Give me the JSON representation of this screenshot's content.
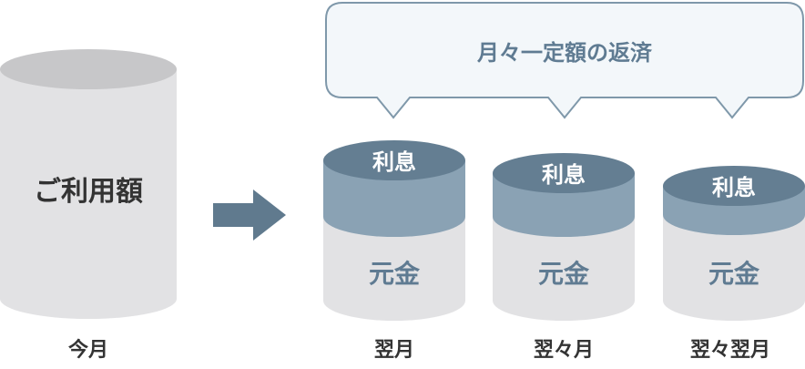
{
  "current": {
    "label": "ご利用額",
    "period": "今月"
  },
  "banner": {
    "text": "月々一定額の返済"
  },
  "payments": [
    {
      "interest_label": "利息",
      "principal_label": "元金",
      "period": "翌月"
    },
    {
      "interest_label": "利息",
      "principal_label": "元金",
      "period": "翌々月"
    },
    {
      "interest_label": "利息",
      "principal_label": "元金",
      "period": "翌々翌月"
    }
  ],
  "colors": {
    "gray_body": "#e2e2e4",
    "gray_top": "#c7c7c9",
    "interest_body": "#8aa2b4",
    "interest_top": "#647e92",
    "text_dark": "#333333",
    "text_blue": "#5f7b92",
    "arrow": "#607a8e",
    "bubble_border": "#7f98aa",
    "bubble_fill": "#f3f7fa"
  }
}
